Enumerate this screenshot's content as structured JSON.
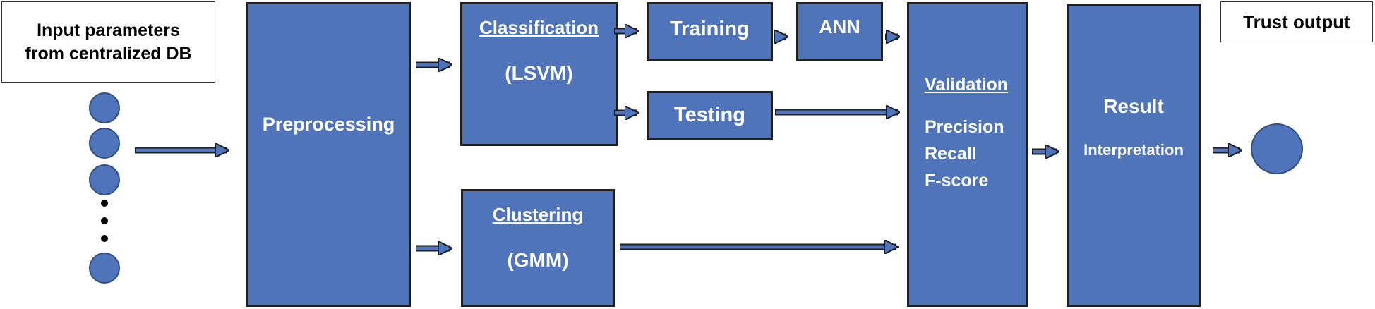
{
  "input_box": {
    "line1": "Input parameters",
    "line2": "from centralized DB"
  },
  "trust_box": {
    "label": "Trust output"
  },
  "preprocessing": {
    "label": "Preprocessing"
  },
  "classification": {
    "title": "Classification",
    "method": "(LSVM)"
  },
  "training": {
    "label": "Training"
  },
  "ann": {
    "label": "ANN"
  },
  "testing": {
    "label": "Testing"
  },
  "clustering": {
    "title": "Clustering",
    "method": "(GMM)"
  },
  "validation": {
    "title": "Validation",
    "metrics": [
      "Precision",
      "Recall",
      "F-score"
    ]
  },
  "result": {
    "title": "Result",
    "subtitle": "Interpretation"
  },
  "colors": {
    "box_fill": "#4f74ba",
    "box_border": "#1f1f1f",
    "text_on_box": "#ffffff"
  }
}
